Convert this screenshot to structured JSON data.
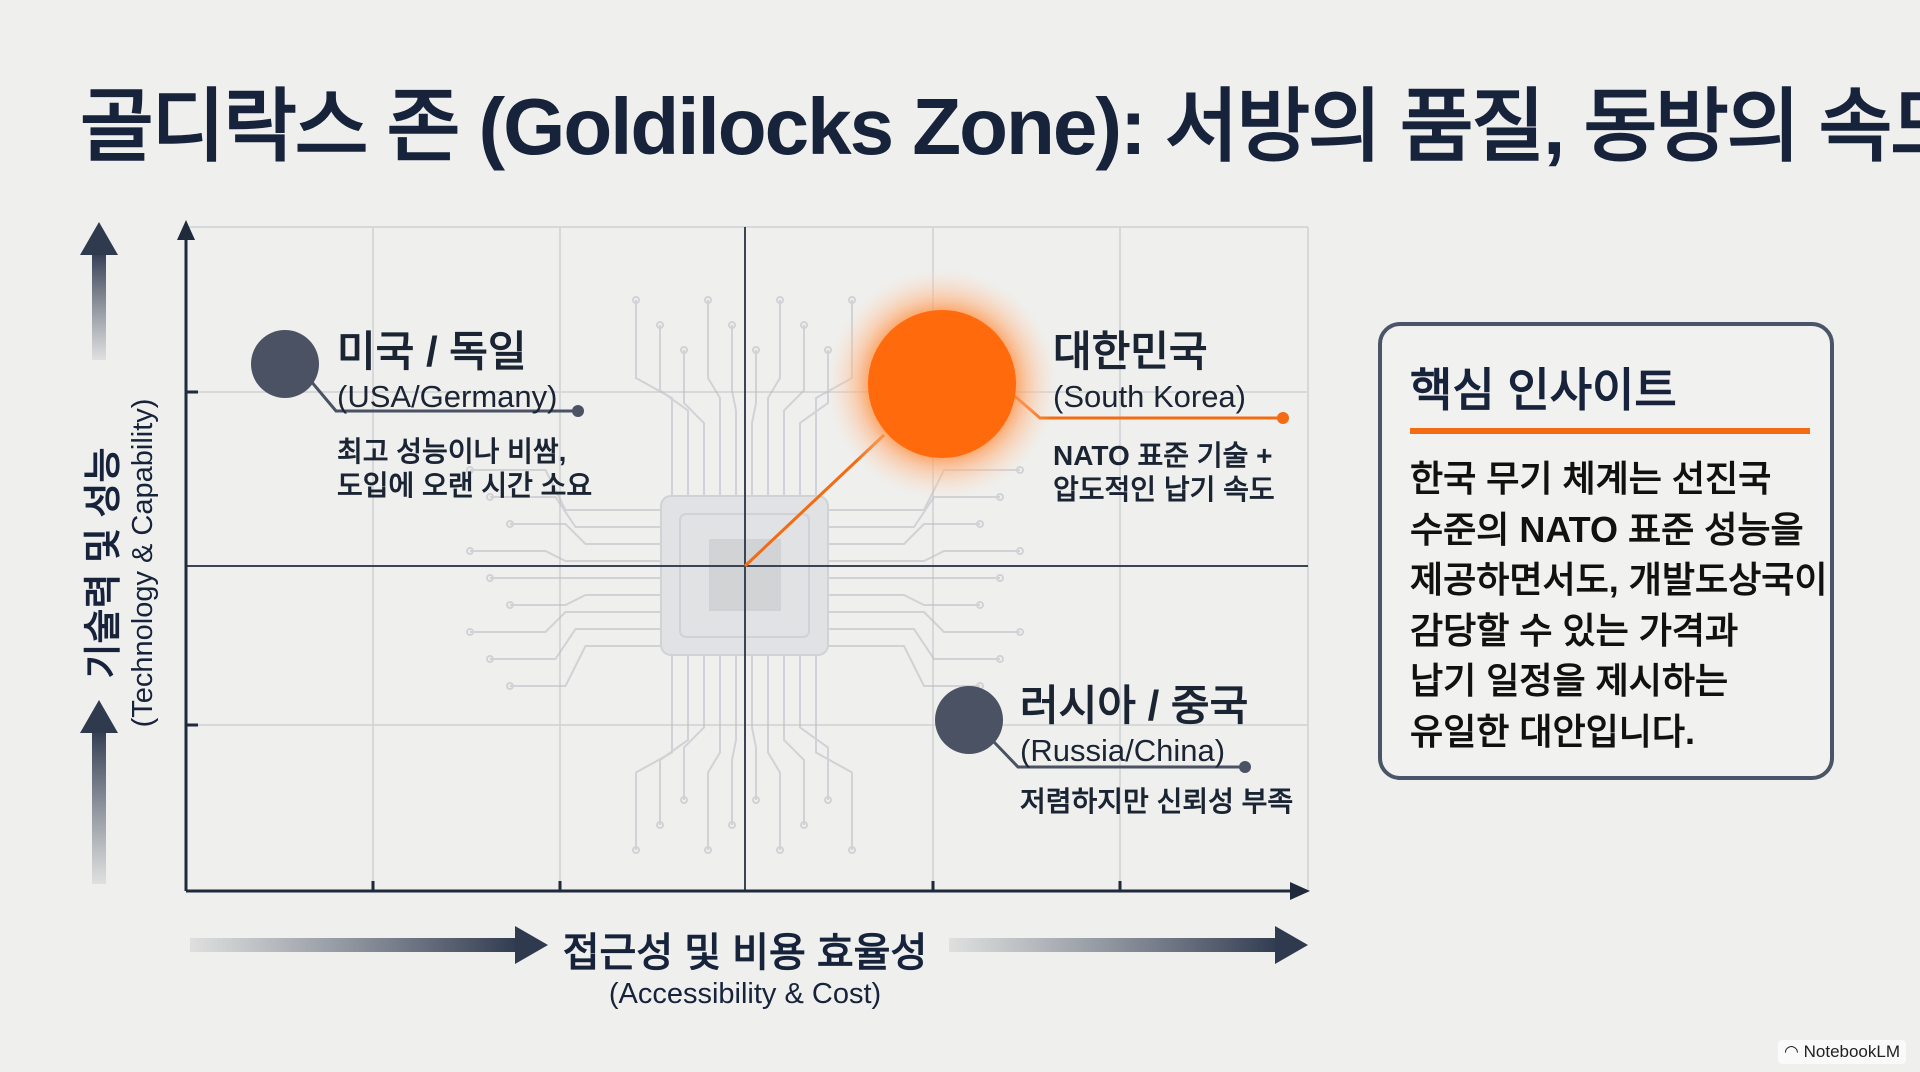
{
  "title": "골디락스 존 (Goldilocks Zone): 서방의 품질, 동방의 속도",
  "axes": {
    "y_label": "기술력 및 성능",
    "y_label_en": "(Technology & Capability)",
    "x_label": "접근성 및 비용 효율성",
    "x_label_en": "(Accessibility & Cost)"
  },
  "nodes": {
    "usa": {
      "title": "미국 / 독일",
      "subtitle": "(USA/Germany)",
      "desc": [
        "최고 성능이나 비쌈,",
        "도입에 오랜 시간 소요"
      ],
      "color": "#4a5264"
    },
    "korea": {
      "title": "대한민국",
      "subtitle": "(South Korea)",
      "desc": [
        "NATO 표준 기술 +",
        "압도적인 납기 속도"
      ],
      "color": "#ff6a0d"
    },
    "russia": {
      "title": "러시아 / 중국",
      "subtitle": "(Russia/China)",
      "desc": [
        "저렴하지만 신뢰성 부족"
      ],
      "color": "#4a5264"
    }
  },
  "insight": {
    "title": "핵심 인사이트",
    "lines": [
      "한국 무기 체계는 선진국",
      "수준의 NATO 표준 성능을",
      "제공하면서도, 개발도상국이",
      "감당할 수 있는 가격과",
      "납기 일정을 제시하는",
      "유일한 대안입니다."
    ]
  },
  "watermark": "NotebookLM",
  "colors": {
    "accent": "#f36b12",
    "navy": "#16233a",
    "slate": "#4a5264"
  }
}
